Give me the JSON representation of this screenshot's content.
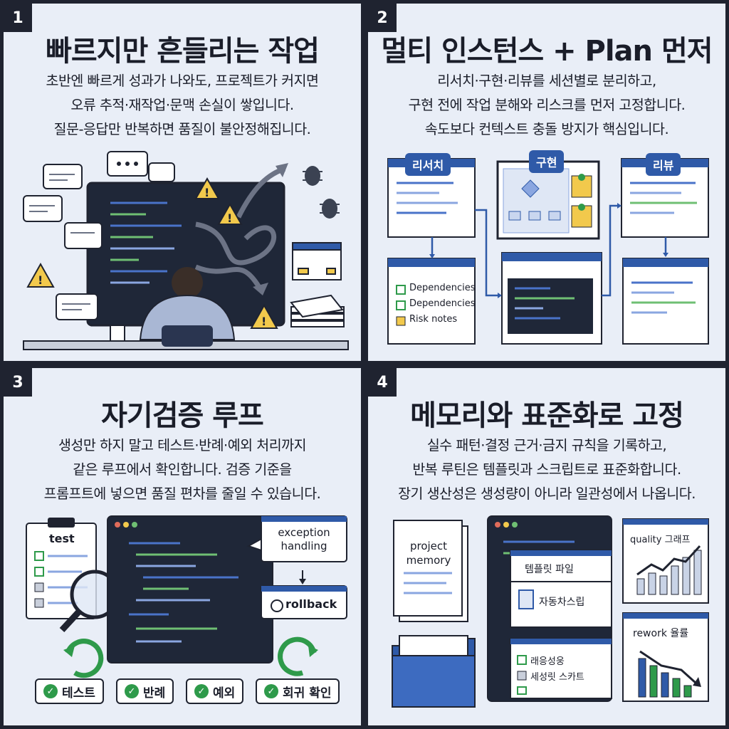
{
  "panels": [
    {
      "number": "1",
      "title": "빠르지만 흔들리는 작업",
      "lines": [
        "초반엔 빠르게 성과가 나와도, 프로젝트가 커지면",
        "오류 추적·재작업·문맥 손실이 쌓입니다.",
        "질문-응답만 반복하면 품질이 불안정해집니다."
      ]
    },
    {
      "number": "2",
      "title": "멀티 인스턴스 + Plan 먼저",
      "lines": [
        "리서치·구현·리뷰를 세션별로 분리하고,",
        "구현 전에 작업 분해와 리스크를 먼저 고정합니다.",
        "속도보다 컨텍스트 충돌 방지가 핵심입니다."
      ],
      "badges": [
        "리서치",
        "구현",
        "리뷰"
      ],
      "checklist": [
        "Dependencies",
        "Dependencies",
        "Risk notes"
      ]
    },
    {
      "number": "3",
      "title": "자기검증 루프",
      "lines": [
        "생성만 하지 말고 테스트·반례·예외 처리까지",
        "같은 루프에서 확인합니다. 검증 기준을",
        "프롬프트에 넣으면 품질 편차를 줄일 수 있습니다."
      ],
      "clipboard_label": "test",
      "exception_label": "exception handling",
      "rollback_label": "rollback",
      "pills": [
        "테스트",
        "반례",
        "예외",
        "회귀 확인"
      ]
    },
    {
      "number": "4",
      "title": "메모리와 표준화로 고정",
      "lines": [
        "실수 패턴·결정 근거·금지 규칙을 기록하고,",
        "반복 루틴은 템플릿과 스크립트로 표준화합니다.",
        "장기 생산성은 생성량이 아니라 일관성에서 나옵니다."
      ],
      "memory_label": "project memory",
      "template_label": "템플릿 파일",
      "script_label": "자동차스립",
      "check_items": [
        "래응성웅",
        "세성릿 스카트"
      ],
      "quality_label": "quality 그래프",
      "rework_label": "rework 율률"
    }
  ],
  "colors": {
    "navy": "#1f2330",
    "blue": "#2f5aa8",
    "green": "#2e9a4a",
    "warn": "#f2c94c",
    "bg": "#e9eef7"
  }
}
